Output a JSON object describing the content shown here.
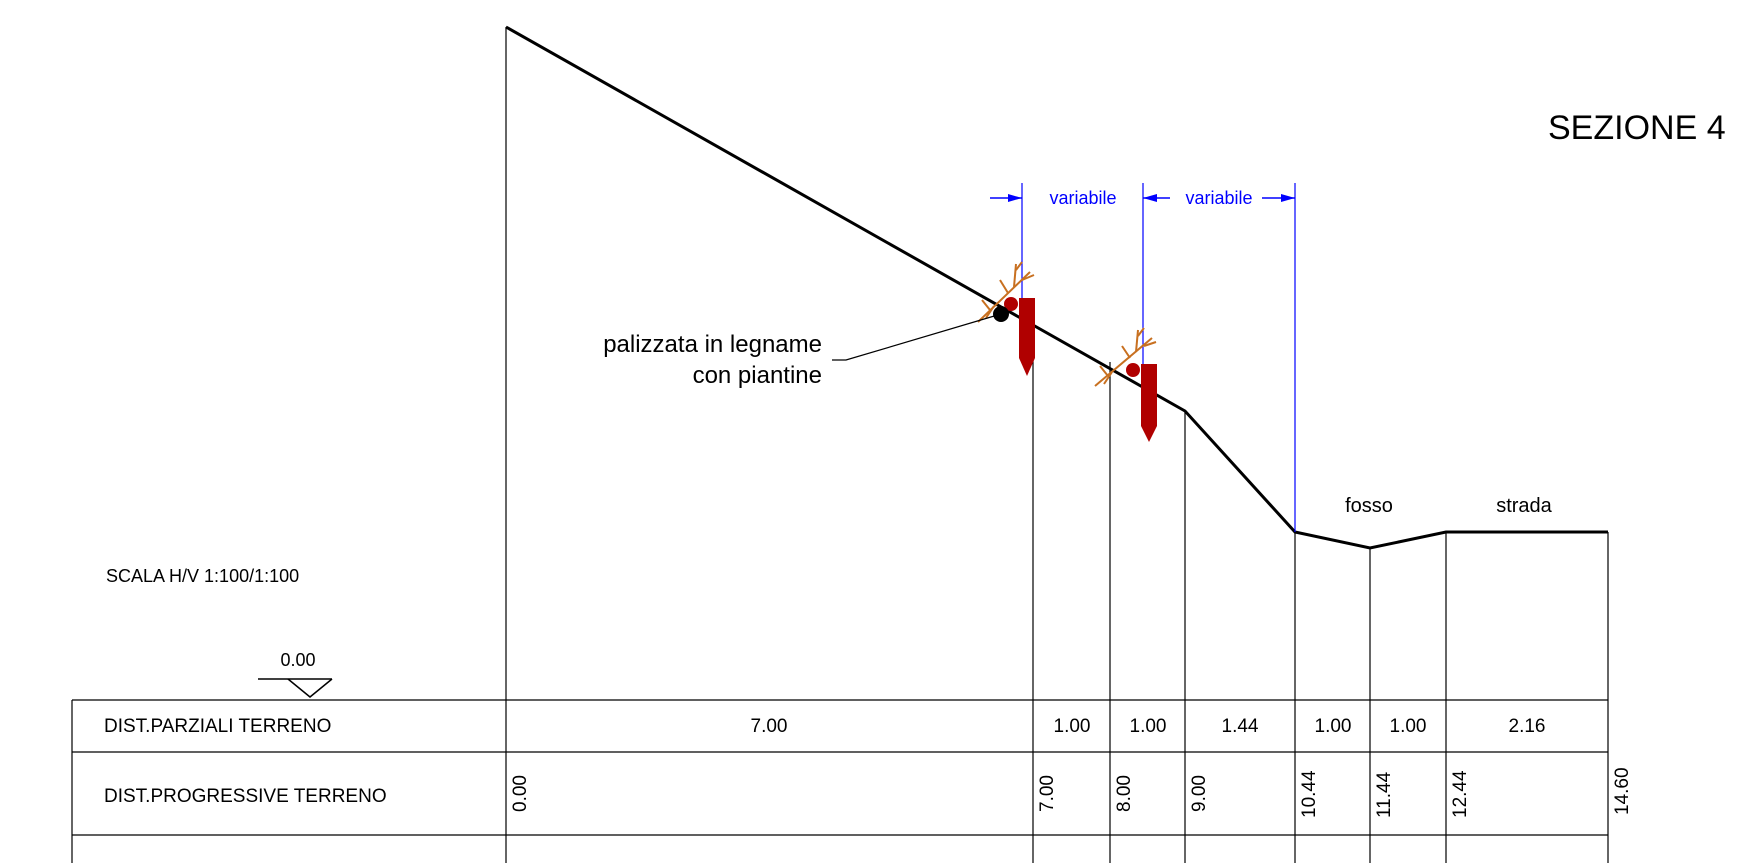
{
  "title": "SEZIONE 4",
  "scale_label": "SCALA H/V 1:100/1:100",
  "datum_value": "0.00",
  "annotation": {
    "line1": "palizzata in legname",
    "line2": "con piantine"
  },
  "dimension_labels": [
    "variabile",
    "variabile"
  ],
  "zone_labels": {
    "ditch": "fosso",
    "road": "strada"
  },
  "table": {
    "row_partial_label": "DIST.PARZIALI TERRENO",
    "row_progressive_label": "DIST.PROGRESSIVE TERRENO",
    "partial_distances": [
      "7.00",
      "1.00",
      "1.00",
      "1.44",
      "1.00",
      "1.00",
      "2.16"
    ],
    "progressive_distances": [
      "0.00",
      "7.00",
      "8.00",
      "9.00",
      "10.44",
      "11.44",
      "12.44",
      "14.60"
    ]
  },
  "colors": {
    "line": "#000000",
    "dimension": "#0000ff",
    "stake": "#b00000",
    "plant": "#c87020"
  }
}
